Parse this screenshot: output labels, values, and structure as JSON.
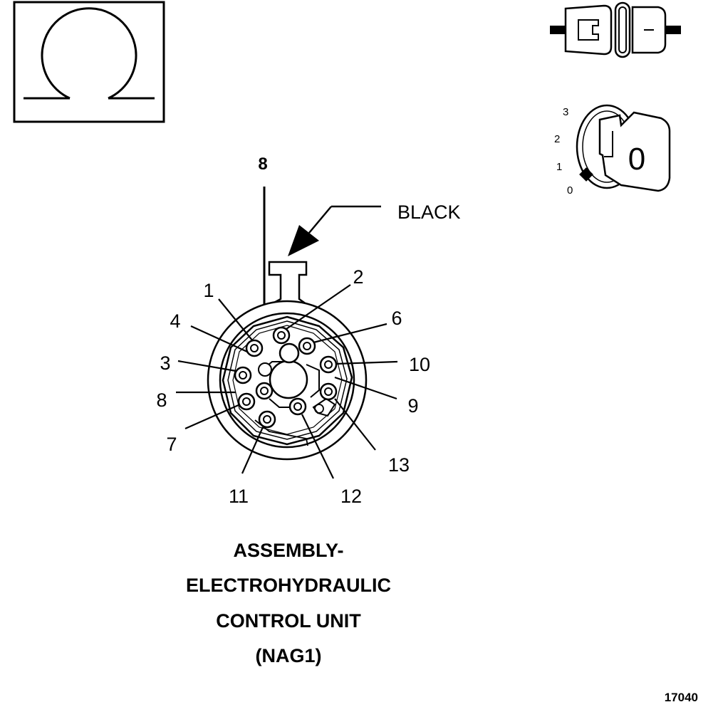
{
  "meter_symbol": {
    "icon": "ohm-icon",
    "meaning": "Ω"
  },
  "connector_icon": {
    "icon": "connector-icon"
  },
  "ignition_switch": {
    "icon": "ignition-key-icon",
    "positions": [
      "3",
      "2",
      "1",
      "0"
    ],
    "key_label": "0"
  },
  "probe_pin_label": "8",
  "color_label": "BLACK",
  "pin_labels": {
    "p1": "1",
    "p2": "2",
    "p3": "3",
    "p4": "4",
    "p6": "6",
    "p7": "7",
    "p8": "8",
    "p9": "9",
    "p10": "10",
    "p11": "11",
    "p12": "12",
    "p13": "13"
  },
  "caption_lines": [
    "ASSEMBLY-",
    "ELECTROHYDRAULIC",
    "CONTROL UNIT",
    "(NAG1)"
  ],
  "figure_id": "17040"
}
